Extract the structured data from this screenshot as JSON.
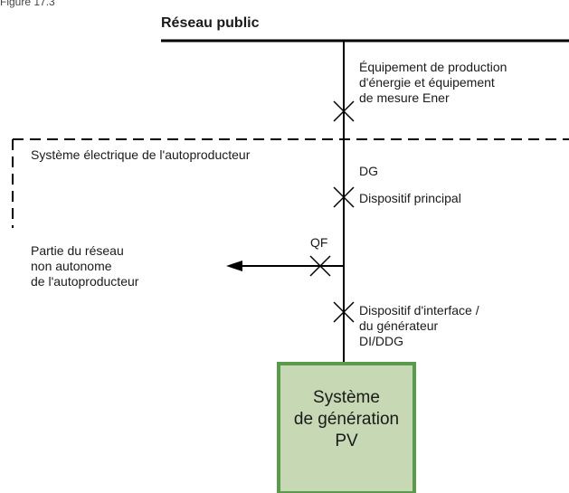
{
  "figure_label": "Figure 17.3",
  "grid_title": "Réseau public",
  "meter_equipment": {
    "line1": "Équipement de production",
    "line2": "d'énergie et équipement",
    "line3": "de mesure Ener"
  },
  "system_boundary_label": "Système électrique de l'autoproducteur",
  "main_device": {
    "code": "DG",
    "name": "Dispositif principal"
  },
  "branch": {
    "code": "QF",
    "line1": "Partie du réseau",
    "line2": "non autonome",
    "line3": "de l'autoproducteur"
  },
  "interface_device": {
    "line1": "Dispositif d'interface /",
    "line2": "du générateur",
    "code": "DI/DDG"
  },
  "pv_system": {
    "line1": "Système",
    "line2": "de génération",
    "line3": "PV"
  },
  "colors": {
    "line": "#000000",
    "pv_fill": "#c6d8b4",
    "pv_border": "#5a9a4c"
  }
}
